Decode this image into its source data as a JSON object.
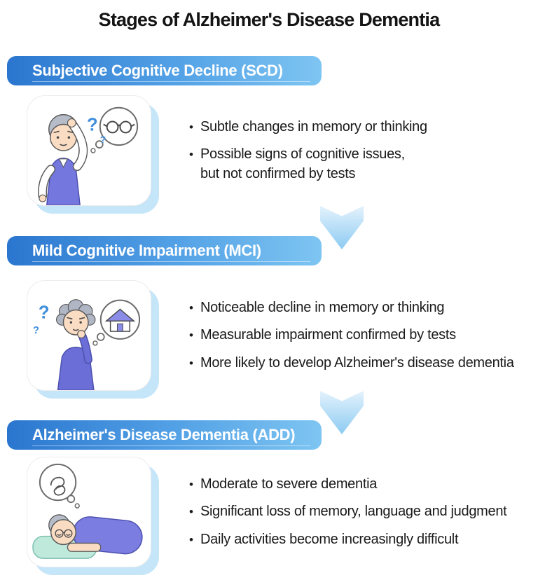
{
  "title": "Stages of Alzheimer's Disease Dementia",
  "glyphs": {
    "bullet": "•",
    "question_mark": "?"
  },
  "colors": {
    "header_gradient_left": "#2a76cf",
    "header_gradient_right": "#7ec5f2",
    "header_text": "#ffffff",
    "card_shadow_blue": "#c5e5f9",
    "arrow_gradient_top": "#e4f2fc",
    "arrow_gradient_bottom": "#8ccbf2",
    "question_mark_blue": "#3f8edc",
    "clothing_purple": "#7477dd",
    "clothing_indigo": "#6b6ed6",
    "pillow_mint": "#bfe9da",
    "body_text": "#1a1a1a"
  },
  "stages": [
    {
      "id": "scd",
      "header": "Subjective Cognitive Decline (SCD)",
      "illustration": "elderly-man-scratching-head-thought-bubble-glasses",
      "bullets": [
        "Subtle changes in memory or thinking",
        "Possible signs of cognitive issues,\nbut not confirmed by tests"
      ]
    },
    {
      "id": "mci",
      "header": "Mild Cognitive Impairment (MCI)",
      "illustration": "elderly-woman-thinking-thought-bubble-house",
      "bullets": [
        "Noticeable decline in memory or thinking",
        "Measurable impairment confirmed by tests",
        "More likely to develop Alzheimer's disease dementia"
      ]
    },
    {
      "id": "add",
      "header": "Alzheimer's Disease Dementia (ADD)",
      "illustration": "elderly-person-sleeping-thought-bubble-tangle",
      "bullets": [
        "Moderate to severe dementia",
        "Significant loss of memory, language and judgment",
        "Daily activities become increasingly difficult"
      ]
    }
  ]
}
